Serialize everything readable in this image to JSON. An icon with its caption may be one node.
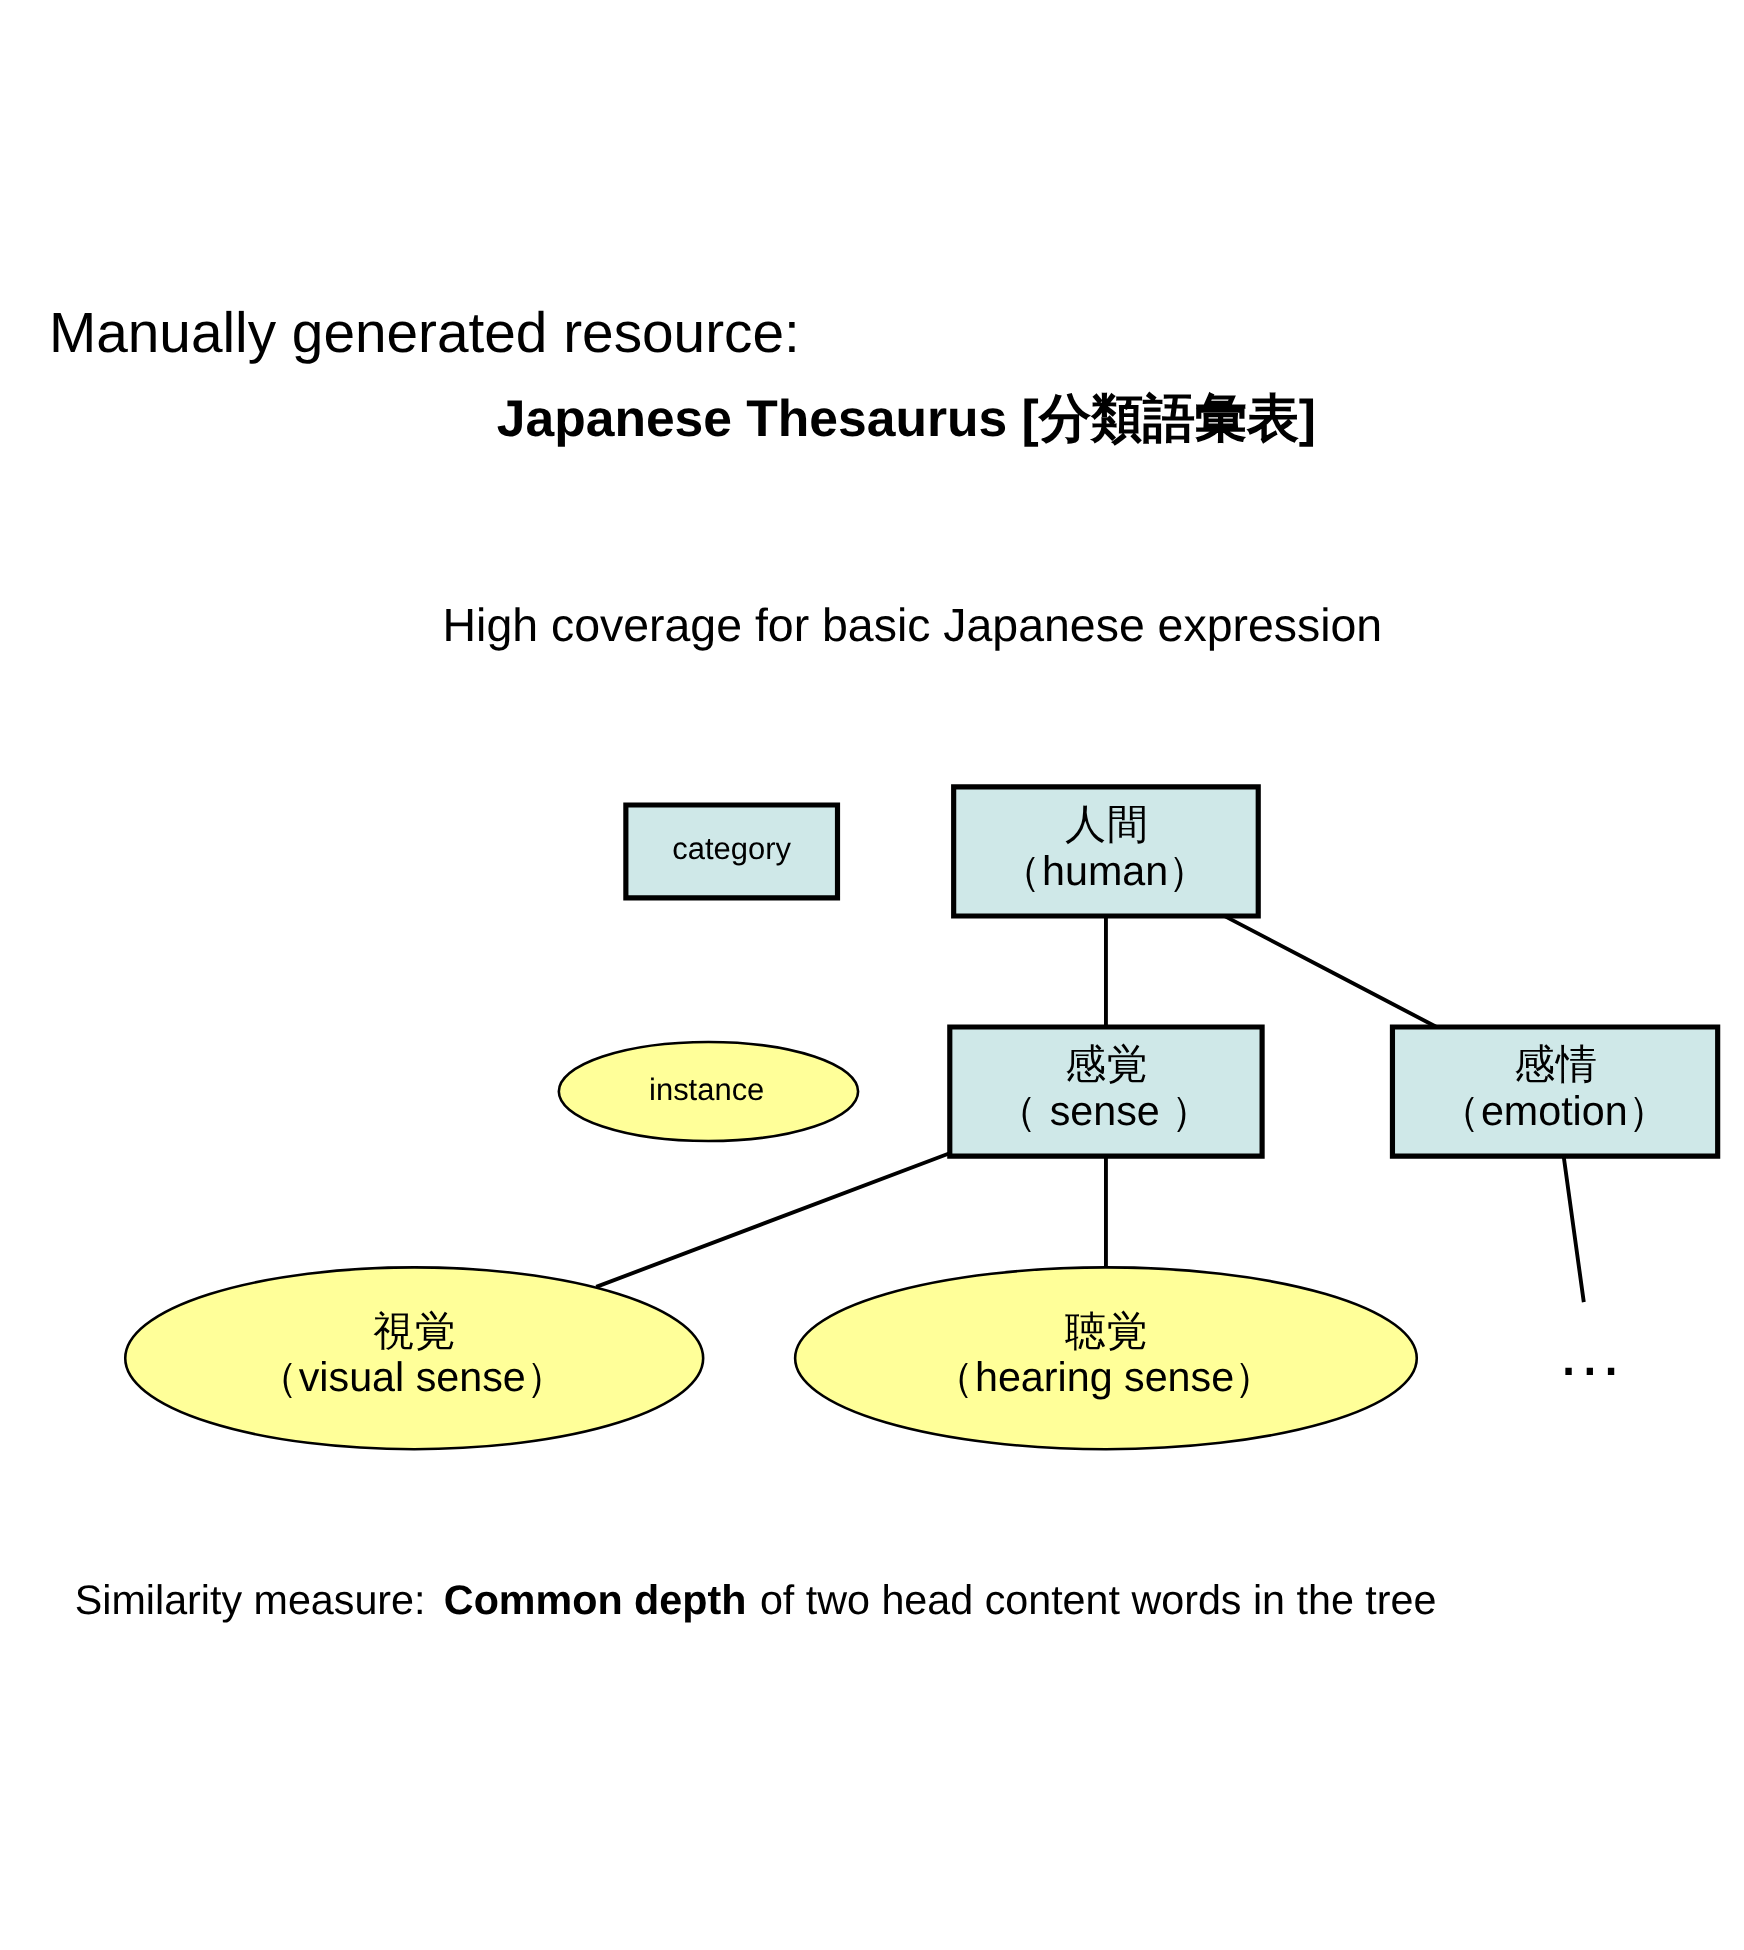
{
  "diagram": {
    "title": "Manually generated resource:",
    "nodes": [
      {
        "text": [
          "人間",
          "（human）"
        ]
      },
      {
        "text": [
          "感覚",
          "（ sense ）"
        ]
      },
      {
        "text": [
          "感情",
          "（emotion）"
        ]
      },
      {
        "text": [
          "視覚",
          "（visual sense）"
        ]
      },
      {
        "text": [
          "聴覚",
          "（hearing sense）"
        ]
      },
      {
        "text": [
          "…"
        ]
      }
    ],
    "edges": [
      {
        "from": 0,
        "to": 1,
        "arrow": "none"
      },
      {
        "from": 0,
        "to": 2,
        "arrow": "none"
      },
      {
        "from": 1,
        "to": 3,
        "arrow": "none"
      },
      {
        "from": 1,
        "to": 4,
        "arrow": "none"
      },
      {
        "from": 2,
        "to": 5,
        "arrow": "none"
      }
    ],
    "labels": [
      "Japanese Thesaurus [分類語彙表]",
      "High coverage for basic Japanese expression",
      "Similarity measure: **Common depth** of two head content words in the tree"
    ],
    "legend": [
      {
        "text": "category"
      },
      {
        "text": "instance"
      }
    ]
  }
}
